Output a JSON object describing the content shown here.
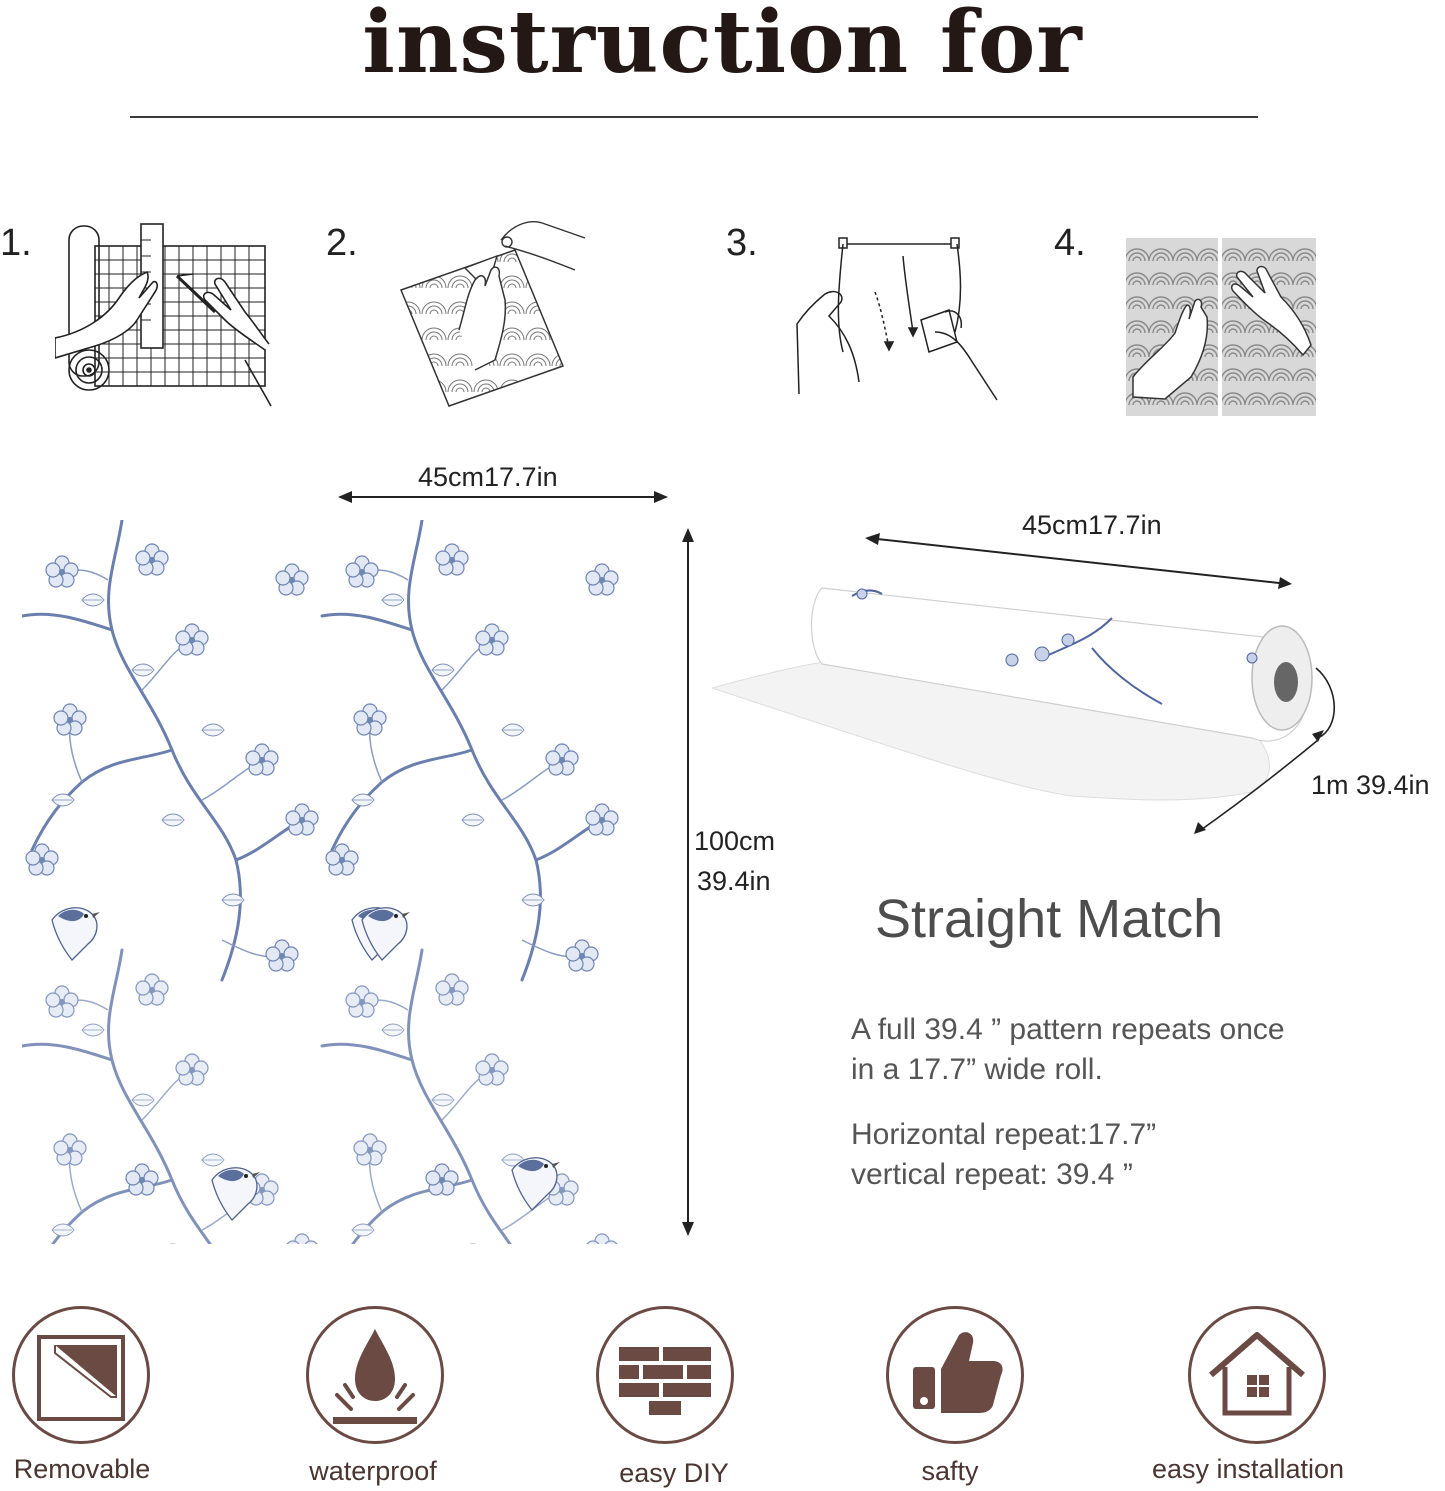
{
  "title": "instruction for",
  "steps": [
    {
      "number": "1.",
      "icon": "measure-cut-icon"
    },
    {
      "number": "2.",
      "icon": "peel-backing-icon"
    },
    {
      "number": "3.",
      "icon": "apply-smooth-icon"
    },
    {
      "number": "4.",
      "icon": "press-panels-icon"
    }
  ],
  "dimensions": {
    "swatch_width": "45cm17.7in",
    "swatch_height_line1": "100cm",
    "swatch_height_line2": "39.4in",
    "roll_width": "45cm17.7in",
    "roll_length": "1m 39.4in"
  },
  "match": {
    "title": "Straight Match",
    "line1": "A full 39.4 ” pattern repeats once",
    "line2": "in a 17.7” wide roll.",
    "horizontal": "Horizontal repeat:17.7”",
    "vertical": "vertical repeat: 39.4 ”"
  },
  "features": [
    {
      "label": "Removable",
      "icon": "peel-corner-icon"
    },
    {
      "label": "waterproof",
      "icon": "water-drop-icon"
    },
    {
      "label": "easy DIY",
      "icon": "brick-wall-icon"
    },
    {
      "label": "safty",
      "icon": "thumbs-up-icon"
    },
    {
      "label": "easy installation",
      "icon": "house-icon"
    }
  ],
  "colors": {
    "pattern_blue": "#6f86b3",
    "badge_brown": "#6b4a44",
    "title": "#231815"
  }
}
